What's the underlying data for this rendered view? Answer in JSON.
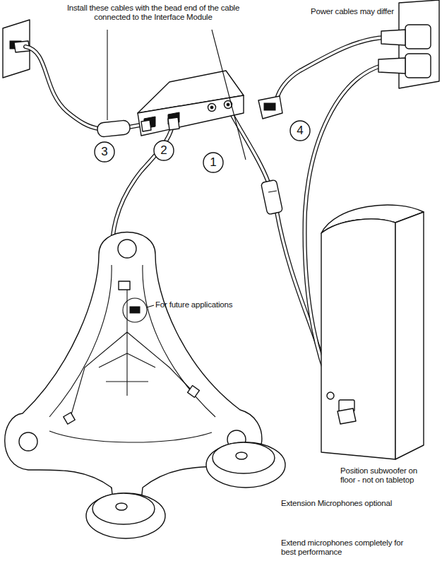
{
  "diagram": {
    "labels": [
      "Install these cables with the bead end of the cable connected to the Interface Module",
      "Power cables may differ",
      "3",
      "2",
      "1",
      "4",
      "For future applications",
      "Position subwoofer on floor - not on tabletop",
      "Extension Microphones optional",
      "Extend microphones completely for best performance"
    ]
  }
}
